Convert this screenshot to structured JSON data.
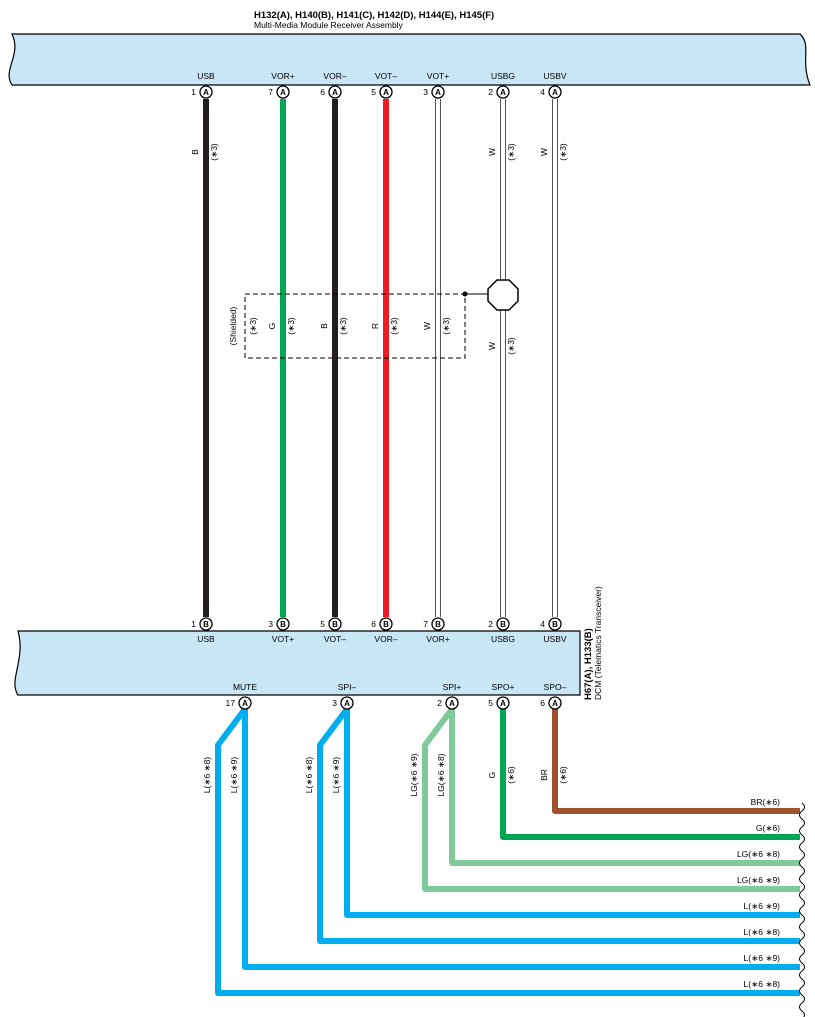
{
  "header": {
    "connectors": "H132(A), H140(B), H141(C), H142(D), H144(E), H145(F)",
    "component": "Multi-Media Module Receiver Assembly"
  },
  "dcm": {
    "connectors": "H67(A), H133(B)",
    "component": "DCM (Telematics Transceiver)"
  },
  "top_pins": [
    {
      "label": "USB",
      "num": "1",
      "letter": "A"
    },
    {
      "label": "VOR+",
      "num": "7",
      "letter": "A"
    },
    {
      "label": "VOR–",
      "num": "6",
      "letter": "A"
    },
    {
      "label": "VOT–",
      "num": "5",
      "letter": "A"
    },
    {
      "label": "VOT+",
      "num": "3",
      "letter": "A"
    },
    {
      "label": "USBG",
      "num": "2",
      "letter": "A"
    },
    {
      "label": "USBV",
      "num": "4",
      "letter": "A"
    }
  ],
  "dcm_top_pins": [
    {
      "label": "USB",
      "num": "1",
      "letter": "B"
    },
    {
      "label": "VOT+",
      "num": "3",
      "letter": "B"
    },
    {
      "label": "VOT–",
      "num": "5",
      "letter": "B"
    },
    {
      "label": "VOR–",
      "num": "6",
      "letter": "B"
    },
    {
      "label": "VOR+",
      "num": "7",
      "letter": "B"
    },
    {
      "label": "USBG",
      "num": "2",
      "letter": "B"
    },
    {
      "label": "USBV",
      "num": "4",
      "letter": "B"
    }
  ],
  "dcm_bottom_pins": [
    {
      "label": "MUTE",
      "num": "17",
      "letter": "A"
    },
    {
      "label": "SPI–",
      "num": "3",
      "letter": "A"
    },
    {
      "label": "SPI+",
      "num": "2",
      "letter": "A"
    },
    {
      "label": "SPO+",
      "num": "5",
      "letter": "A"
    },
    {
      "label": "SPO–",
      "num": "6",
      "letter": "A"
    }
  ],
  "upper_wire_labels": [
    {
      "color": "B",
      "note": "(∗3)"
    },
    {
      "color": "W",
      "note": "(∗3)"
    },
    {
      "color": "W",
      "note": "(∗3)"
    },
    {
      "color": "W",
      "note": "(∗3)"
    }
  ],
  "shield": {
    "label": "(Shielded)",
    "note": "(∗3)",
    "wires": [
      {
        "color": "G",
        "note": "(∗3)"
      },
      {
        "color": "B",
        "note": "(∗3)"
      },
      {
        "color": "R",
        "note": "(∗3)"
      },
      {
        "color": "W",
        "note": "(∗3)"
      }
    ]
  },
  "lower_wire_labels": [
    {
      "text": "L(∗6 ∗8)"
    },
    {
      "text": "L(∗6 ∗9)"
    },
    {
      "text": "L(∗6 ∗8)"
    },
    {
      "text": "L(∗6 ∗9)"
    },
    {
      "text": "LG(∗6 ∗9)"
    },
    {
      "text": "LG(∗6 ∗8)"
    },
    {
      "color": "G",
      "note": "(∗6)"
    },
    {
      "color": "BR",
      "note": "(∗6)"
    }
  ],
  "outputs": [
    {
      "label": "BR(∗6)"
    },
    {
      "label": "G(∗6)"
    },
    {
      "label": "LG(∗6 ∗8)"
    },
    {
      "label": "LG(∗6 ∗9)"
    },
    {
      "label": "L(∗6 ∗9)"
    },
    {
      "label": "L(∗6 ∗8)"
    },
    {
      "label": "L(∗6 ∗9)"
    },
    {
      "label": "L(∗6 ∗8)"
    }
  ],
  "colors": {
    "component_fill": "#c8e6f5",
    "black": "#231f20",
    "green": "#00a651",
    "red": "#ed1c24",
    "white_wire": "#ffffff",
    "blue": "#00aeef",
    "light_green": "#80c99a",
    "brown": "#a0522d"
  }
}
